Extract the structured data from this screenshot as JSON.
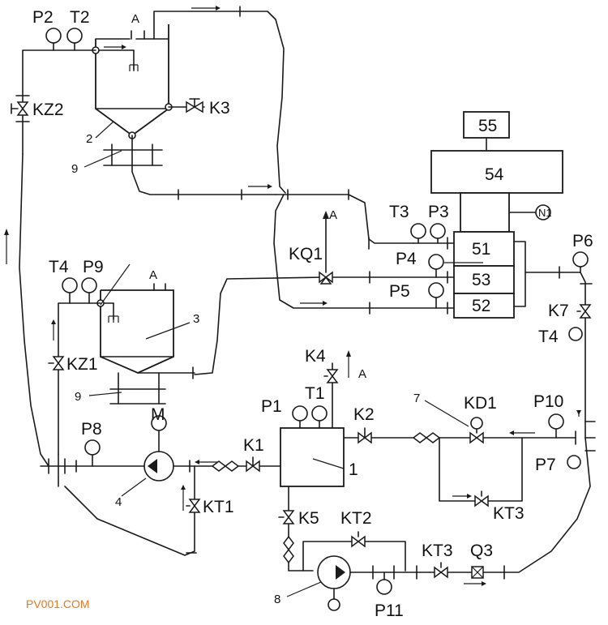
{
  "labels": {
    "P2": "P2",
    "T2": "T2",
    "A_top": "A",
    "KZ2": "KZ2",
    "K3": "K3",
    "n2": "2",
    "n9a": "9",
    "n55": "55",
    "n54": "54",
    "T3": "T3",
    "P3": "P3",
    "N1": "N1",
    "A_mid": "A",
    "KQ1": "KQ1",
    "P4": "P4",
    "n51": "51",
    "P6": "P6",
    "n53": "53",
    "P5": "P5",
    "n52": "52",
    "K7": "K7",
    "T4a": "T4",
    "P9": "P9",
    "A_tank3": "A",
    "n3": "3",
    "T4b": "T4",
    "KZ1": "KZ1",
    "K4": "K4",
    "A_k4": "A",
    "n9b": "9",
    "P1": "P1",
    "T1": "T1",
    "K2": "K2",
    "n7": "7",
    "KD1": "KD1",
    "P10": "P10",
    "P8": "P8",
    "M": "M",
    "K1": "K1",
    "n1": "1",
    "P7": "P7",
    "n4": "4",
    "KT1": "KT1",
    "KT3a": "KT3",
    "K5": "K5",
    "KT2": "KT2",
    "KT3b": "KT3",
    "Q3": "Q3",
    "n8": "8",
    "P11": "P11",
    "watermark": "PV001.COM"
  },
  "colors": {
    "line": "#1a1a1a",
    "watermark": "#e07820"
  }
}
